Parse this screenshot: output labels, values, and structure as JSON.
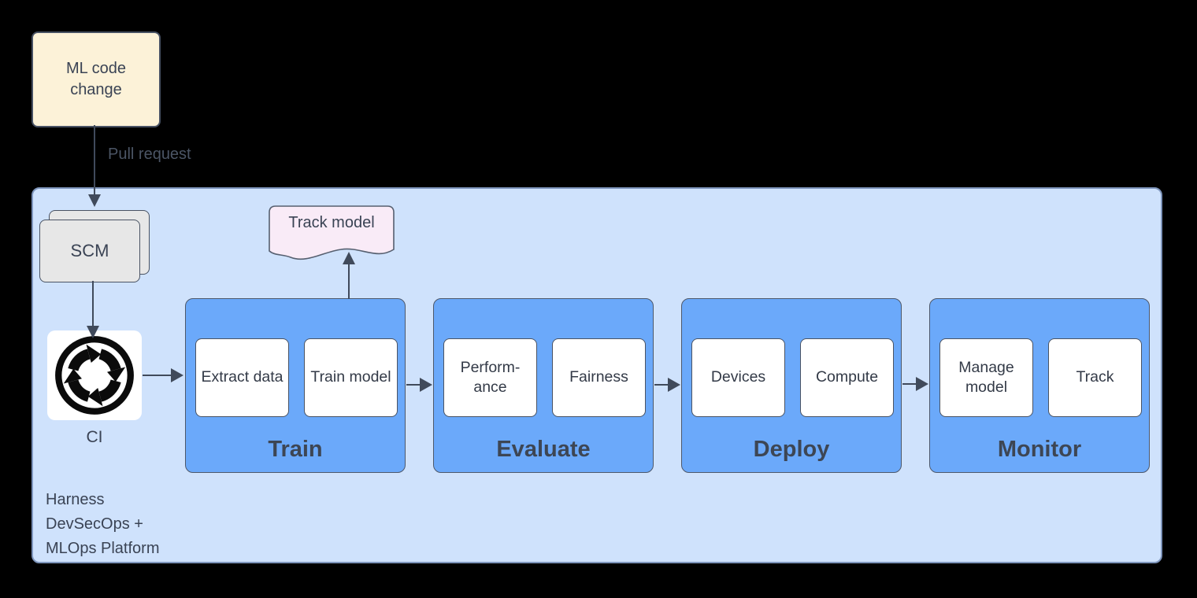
{
  "ml_code_box": {
    "label": "ML code\nchange"
  },
  "pull_request_label": "Pull request",
  "scm": {
    "label": "SCM"
  },
  "ci": {
    "label": "CI"
  },
  "track_model_doc": {
    "label": "Track model"
  },
  "platform": {
    "label": "Harness\nDevSecOps +\nMLOps Platform"
  },
  "stages": [
    {
      "title": "Train",
      "items": [
        "Extract data",
        "Train model"
      ]
    },
    {
      "title": "Evaluate",
      "items": [
        "Perform-\nance",
        "Fairness"
      ]
    },
    {
      "title": "Deploy",
      "items": [
        "Devices",
        "Compute"
      ]
    },
    {
      "title": "Monitor",
      "items": [
        "Manage model",
        "Track"
      ]
    }
  ],
  "colors": {
    "background": "#000000",
    "stage_blue": "#6ba9fa",
    "platform_blue": "#cfe2fc",
    "platform_border": "#7e95bc",
    "note_yellow": "#fcf2d8",
    "doc_pink": "#f9ebf7",
    "scm_gray": "#e7e7e7",
    "ink": "#3a4354",
    "arrow": "#404a5b"
  }
}
